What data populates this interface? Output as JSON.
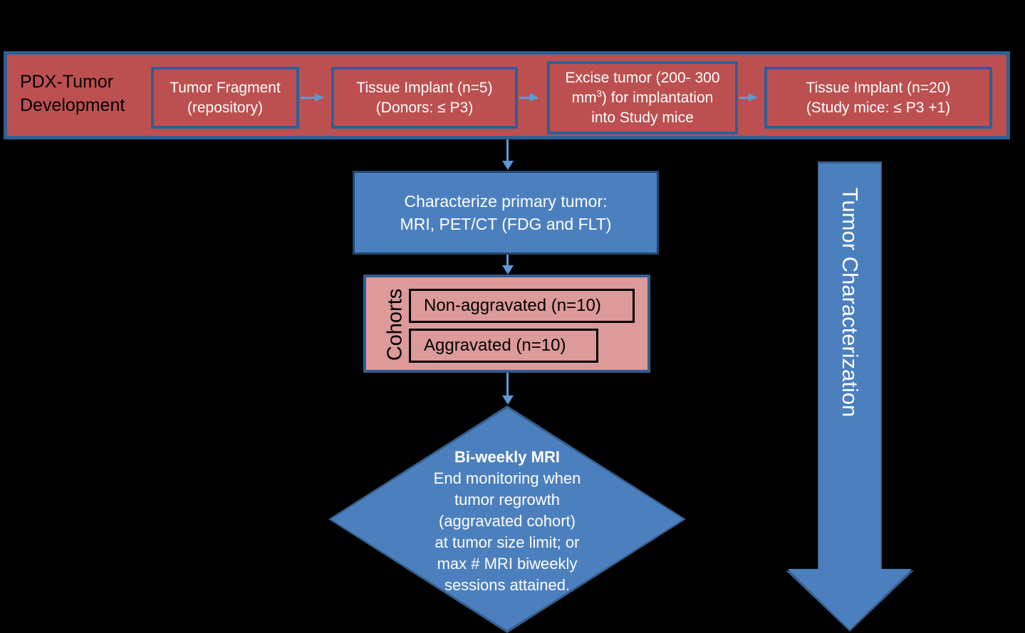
{
  "banner": {
    "title": "PDX-Tumor Development",
    "boxes": [
      {
        "line1": "Tumor Fragment",
        "line2": "(repository)"
      },
      {
        "line1": "Tissue Implant (n=5)",
        "line2": "(Donors: ≤ P3)"
      },
      {
        "line1": "Excise tumor (200- 300",
        "line2_pre": "mm",
        "line2_sup": "3",
        "line2_post": ") for implantation",
        "line3": "into Study mice"
      },
      {
        "line1": "Tissue Implant (n=20)",
        "line2": "(Study mice: ≤ P3 +1)"
      }
    ],
    "connector_icon": "right-arrow-icon"
  },
  "characterize": {
    "line1": "Characterize primary tumor:",
    "line2": "MRI, PET/CT (FDG and FLT)"
  },
  "cohorts": {
    "label": "Cohorts",
    "items": [
      {
        "label": "Non-aggravated (n=10)"
      },
      {
        "label": "Aggravated (n=10)"
      }
    ]
  },
  "decision": {
    "heading": "Bi-weekly MRI",
    "lines": [
      "End monitoring when",
      "tumor regrowth",
      "(aggravated cohort)",
      "at tumor size limit; or",
      "max # MRI biweekly",
      "sessions attained."
    ]
  },
  "side_arrow": {
    "label": "Tumor Characterization",
    "icon": "down-arrow-icon"
  },
  "colors": {
    "banner_fill": "#bc5050",
    "banner_border": "#2e5f96",
    "blue_fill": "#4c7fbe",
    "blue_border": "#20456f",
    "cohort_fill": "#dc9a9a",
    "connector": "#5b9bd5",
    "background": "#000000"
  }
}
